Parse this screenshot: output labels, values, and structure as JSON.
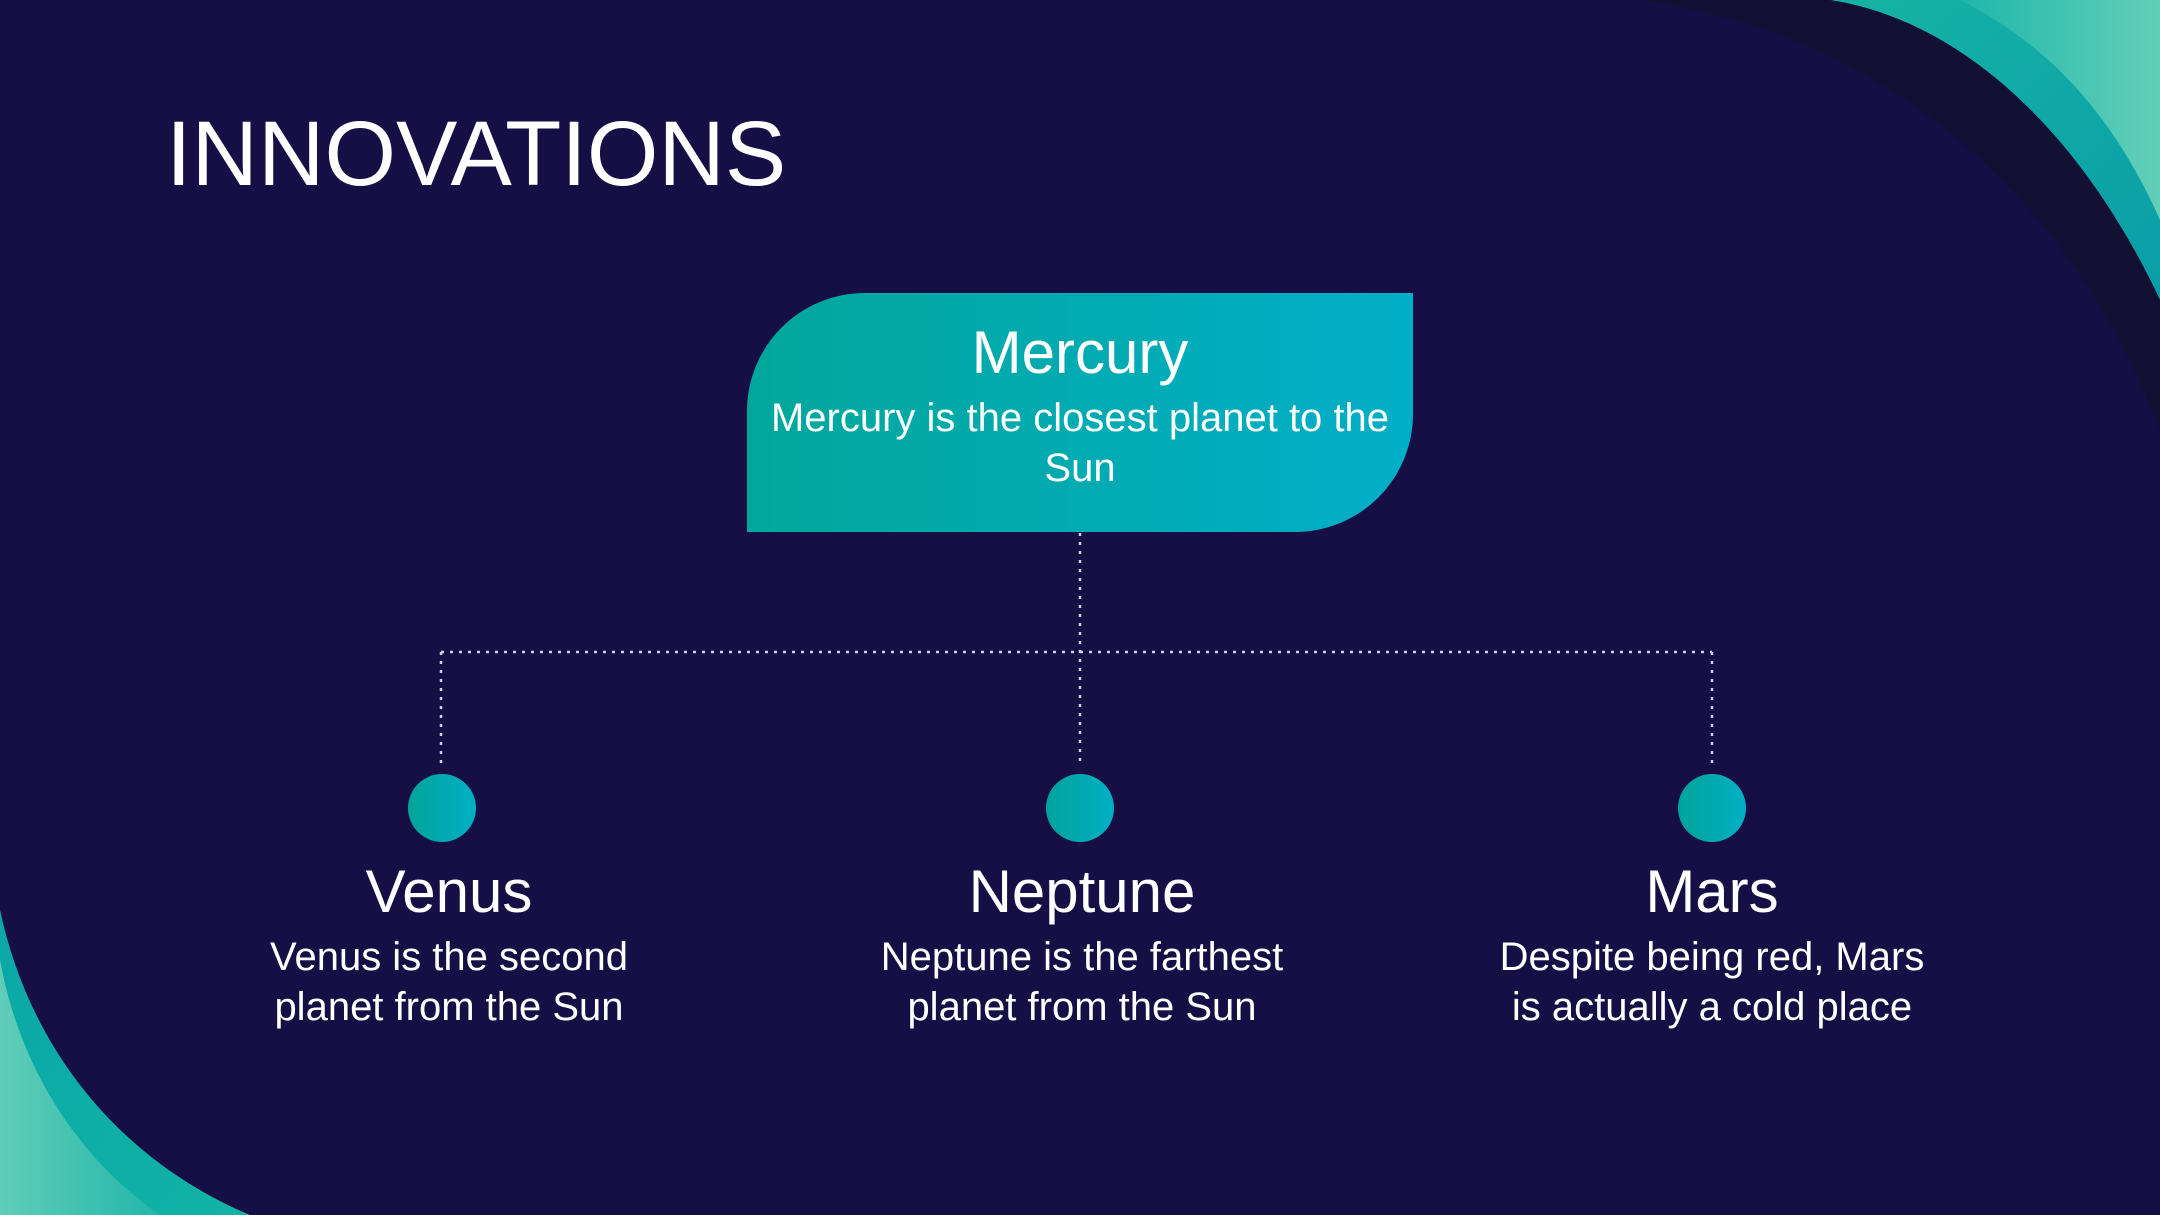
{
  "slide": {
    "title": "INNOVATIONS"
  },
  "root": {
    "title": "Mercury",
    "description": "Mercury is the closest planet to the Sun"
  },
  "children": [
    {
      "title": "Venus",
      "description": "Venus is the second planet from the Sun"
    },
    {
      "title": "Neptune",
      "description": "Neptune is the farthest planet from the Sun"
    },
    {
      "title": "Mars",
      "description": "Despite being red, Mars is actually a cold place"
    }
  ],
  "colors": {
    "background": "#150f45",
    "accent_teal": "#02a79b",
    "accent_cyan": "#01aec8",
    "text": "#ffffff"
  }
}
